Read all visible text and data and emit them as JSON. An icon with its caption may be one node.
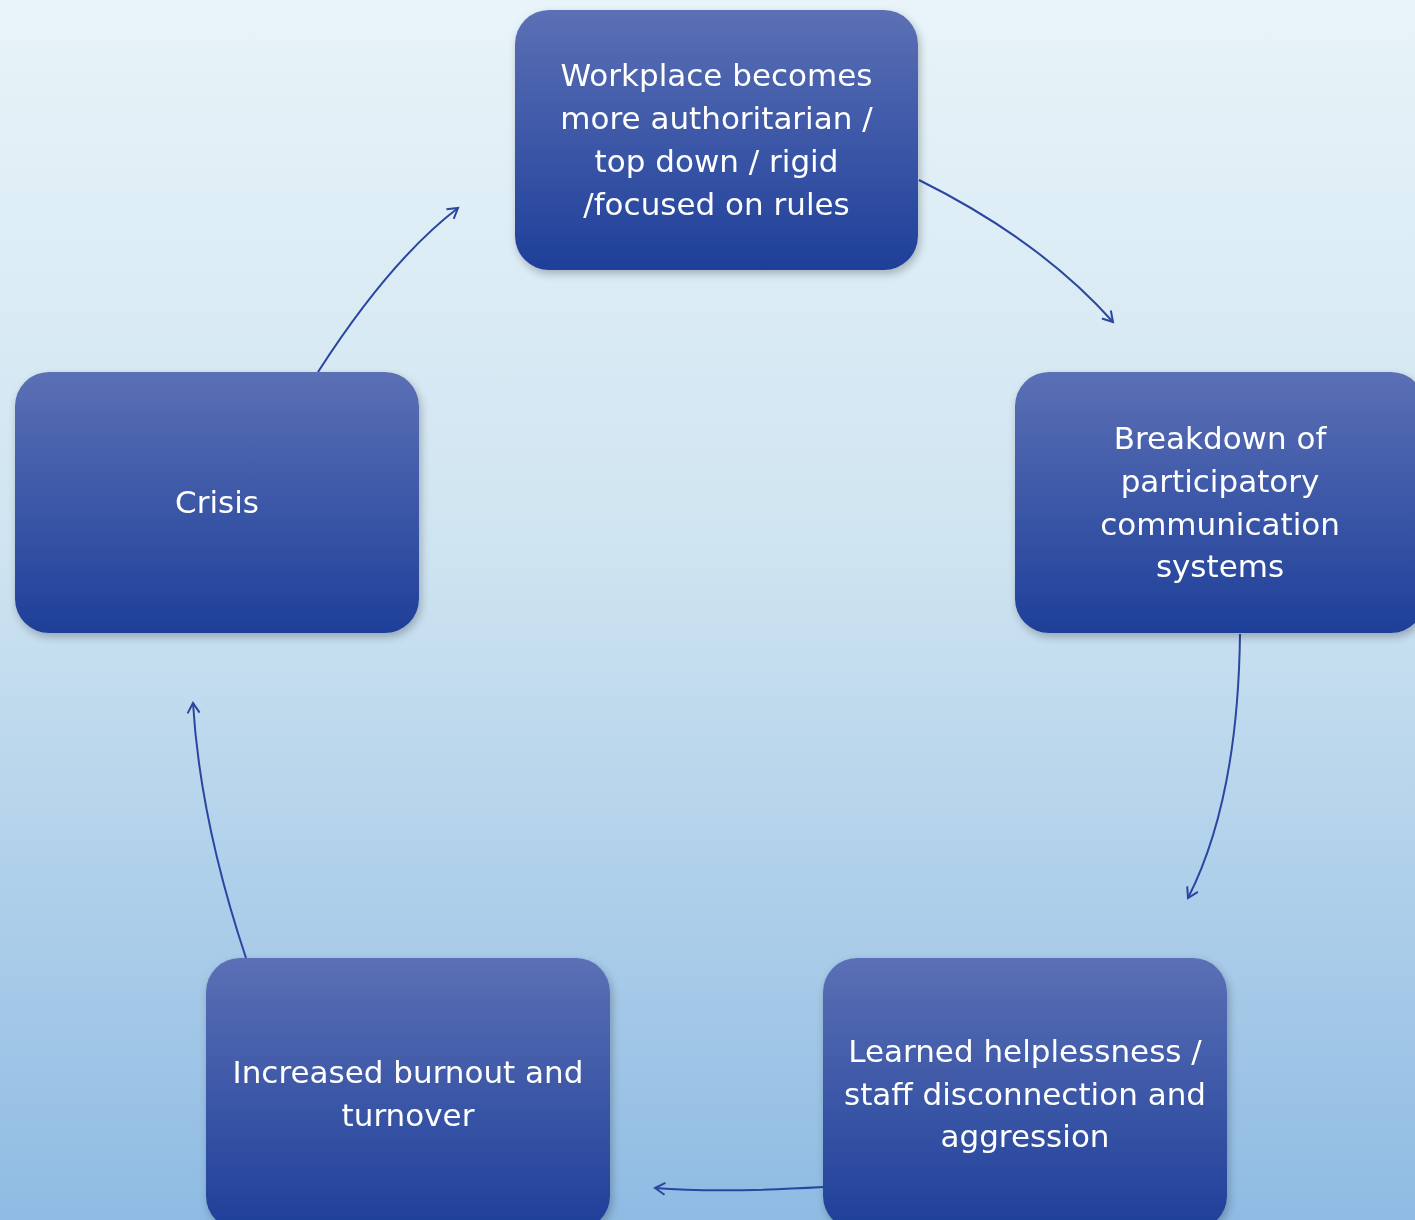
{
  "diagram": {
    "nodes": [
      {
        "text": [
          "Workplace becomes more authoritarian / top down / rigid /focused on rules"
        ]
      },
      {
        "text": [
          "Breakdown of participatory communication systems"
        ]
      },
      {
        "text": [
          "Learned helplessness / staff disconnection and aggression"
        ]
      },
      {
        "text": [
          "Increased burnout and turnover"
        ]
      },
      {
        "text": [
          "Crisis"
        ]
      }
    ],
    "edges": [
      {
        "from": 0,
        "to": 1,
        "arrow": "to"
      },
      {
        "from": 1,
        "to": 2,
        "arrow": "to"
      },
      {
        "from": 2,
        "to": 3,
        "arrow": "to"
      },
      {
        "from": 3,
        "to": 4,
        "arrow": "to"
      },
      {
        "from": 4,
        "to": 0,
        "arrow": "to"
      }
    ]
  }
}
